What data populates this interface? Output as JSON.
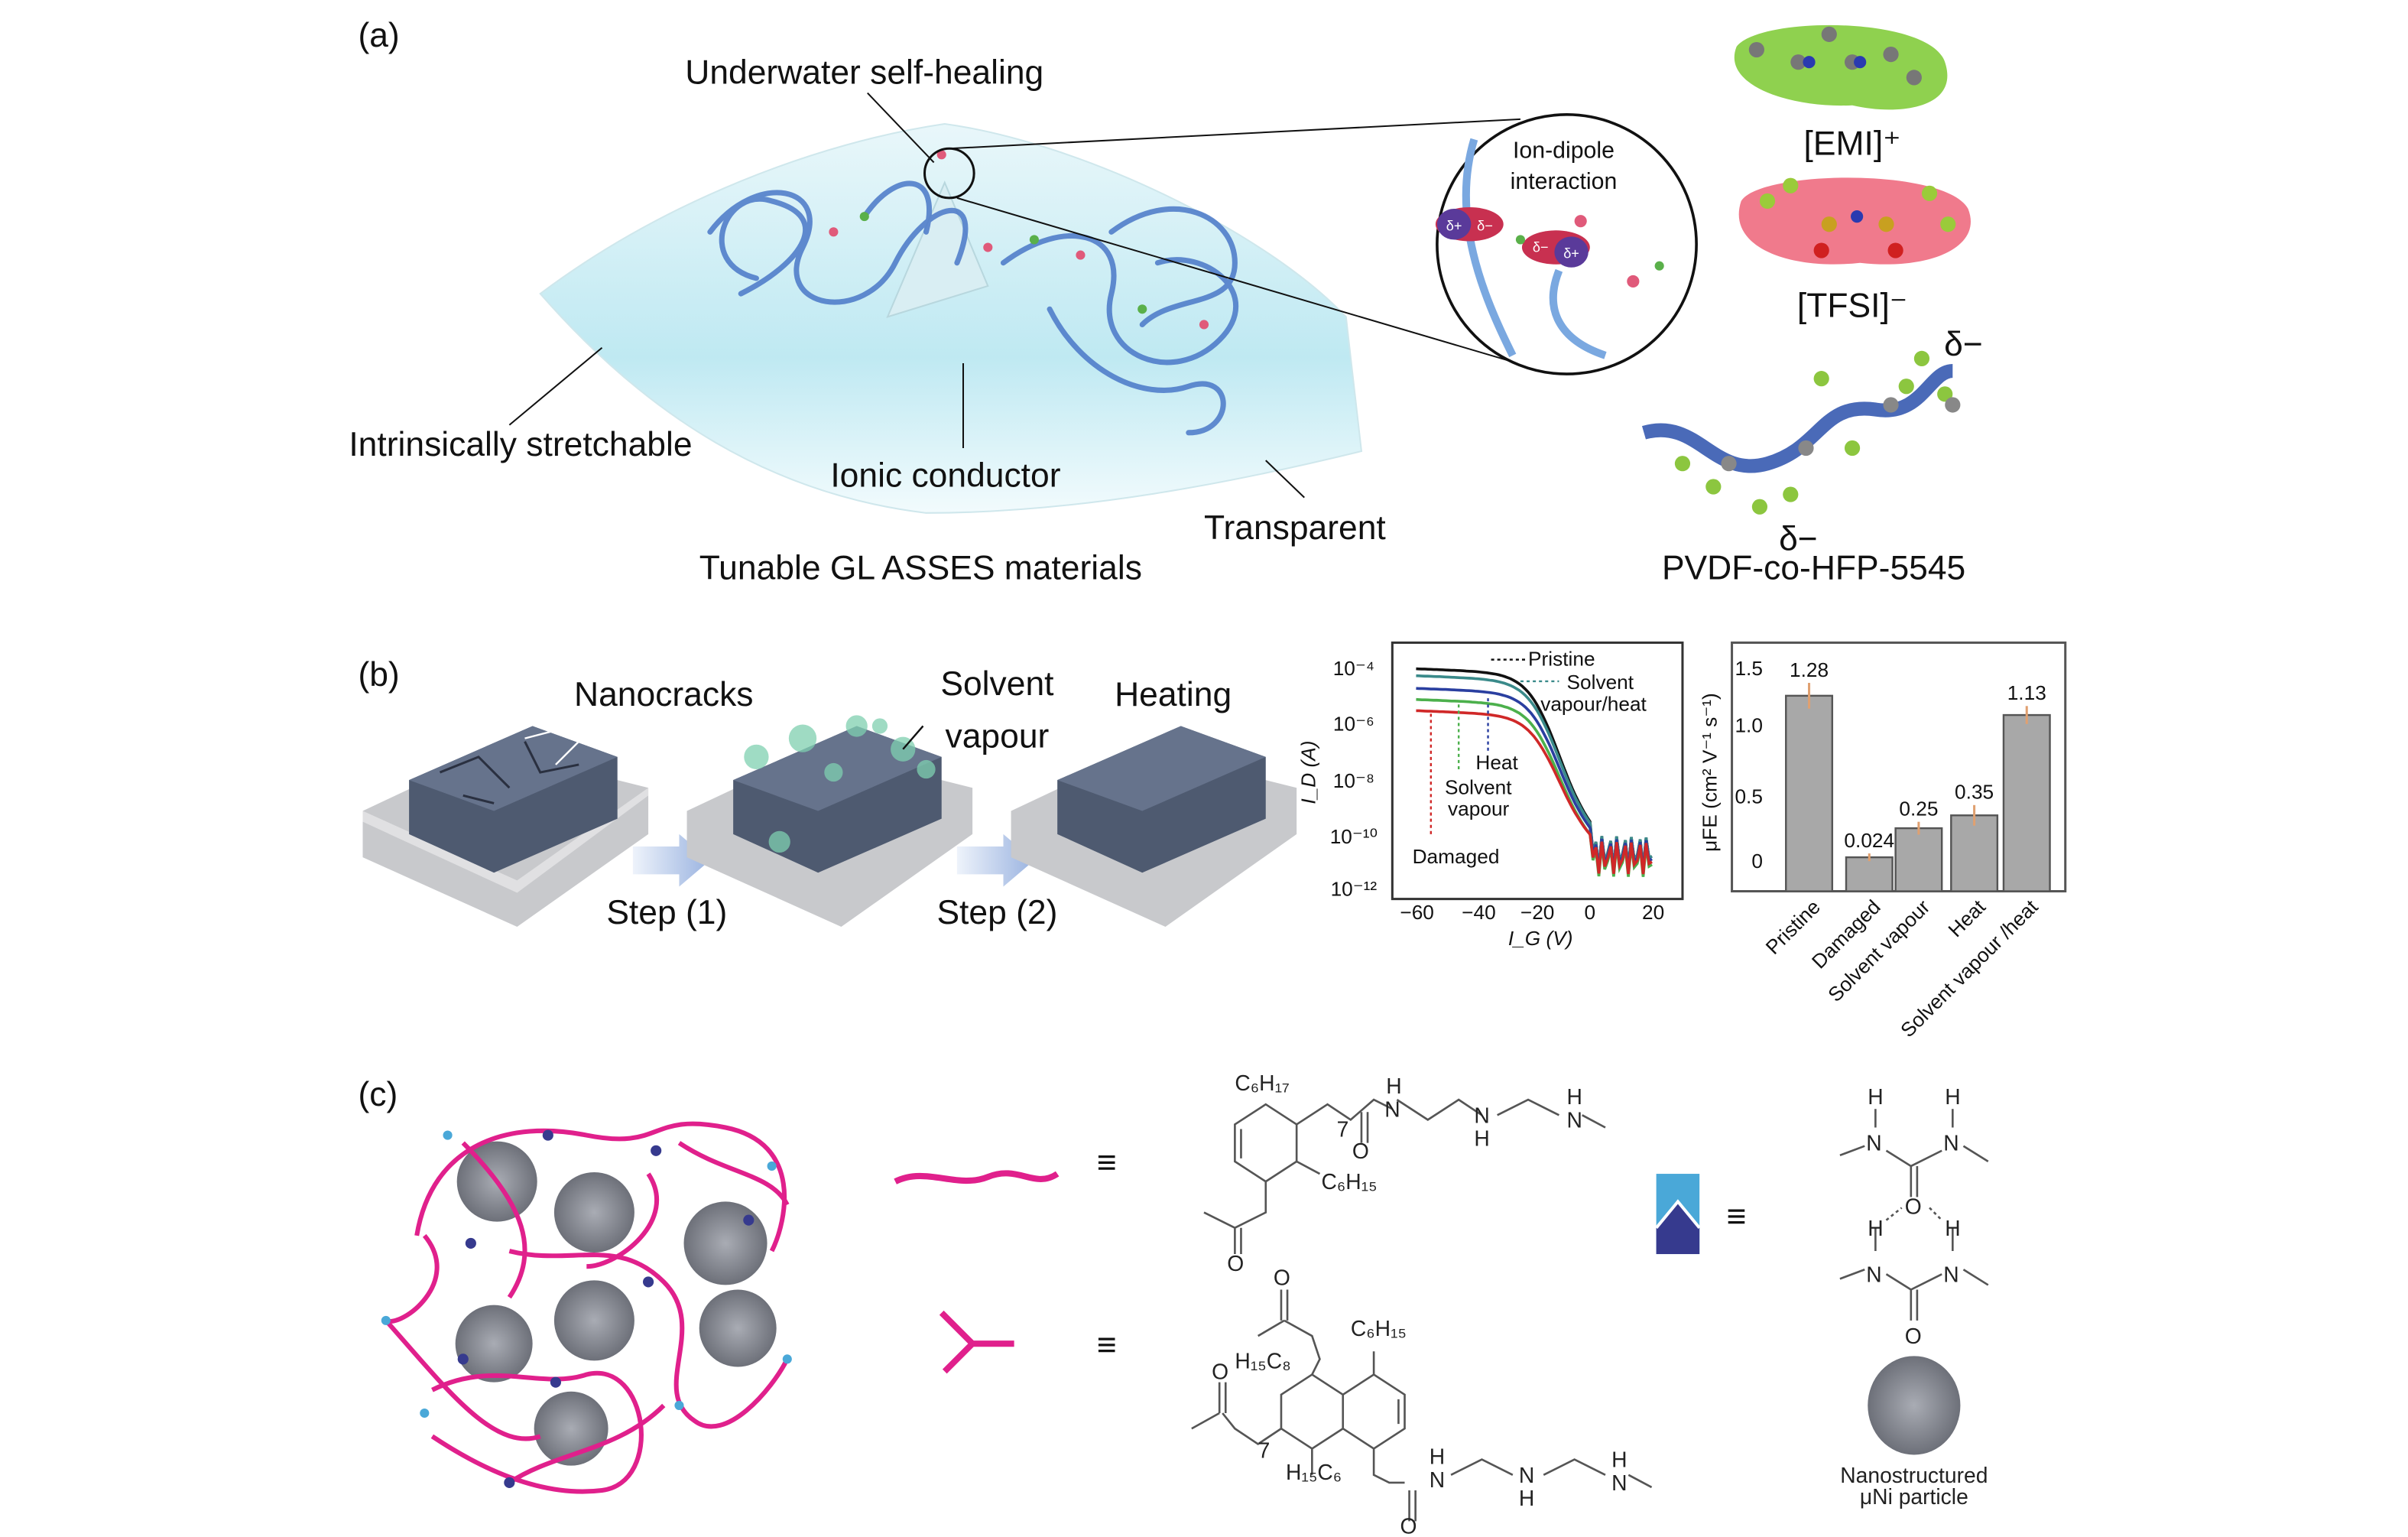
{
  "panels": {
    "a": {
      "label": "(a)",
      "title_callout": "Underwater self-healing",
      "zoom_text": [
        "Ion-dipole",
        "interaction"
      ],
      "charges": {
        "dplus": "δ+",
        "dminus": "δ−"
      },
      "labels": {
        "stretchable": "Intrinsically stretchable",
        "ionic": "Ionic conductor",
        "transparent": "Transparent",
        "materials": "Tunable GL ASSES materials"
      },
      "molecules": {
        "emi": "[EMI]⁺",
        "tfsi": "[TFSI]⁻",
        "delta_top": "δ−",
        "delta_bottom": "δ−",
        "pvdf": "PVDF-co-HFP-5545"
      },
      "colors": {
        "emi": "#8fd14f",
        "tfsi": "#f07a8c",
        "chain": "#4a78c8",
        "sheet": "#bfe9f2"
      }
    },
    "b": {
      "label": "(b)",
      "steps": {
        "nanocracks": "Nanocracks",
        "solvent_line1": "Solvent",
        "solvent_line2": "vapour",
        "heating": "Heating",
        "step1": "Step (1)",
        "step2": "Step (2)"
      }
    },
    "c": {
      "label": "(c)",
      "equiv": "≡",
      "chem_top": {
        "c6h17": "C₆H₁₇",
        "c6h15": "C₆H₁₅",
        "o1": "O",
        "o2": "O",
        "n1": "N",
        "h1": "H",
        "n2": "N",
        "h2": "H",
        "n3": "N",
        "h3": "H",
        "sub7": "7"
      },
      "chem_bottom": {
        "o_top": "O",
        "c6h15": "C₆H₁₅",
        "h15c8": "H₁₅C₈",
        "o_left": "O",
        "h15c6": "H₁₅C₆",
        "o_bottom": "O",
        "n1": "N",
        "h1": "H",
        "n2": "N",
        "h2": "H",
        "n3": "N",
        "h3": "H",
        "sub7": "7"
      },
      "urea": {
        "h": "H",
        "n": "N",
        "o": "O"
      },
      "particle_label": [
        "Nanostructured",
        "μNi particle"
      ],
      "colors": {
        "polymer": "#e0208c",
        "hbond_top": "#4aa8d8",
        "hbond_bottom": "#363a8e"
      }
    }
  },
  "chart_data": [
    {
      "type": "line",
      "xlabel": "I_G (V)",
      "ylabel": "I_D (A)",
      "yscale": "log",
      "xlim": [
        -65,
        25
      ],
      "ylim": [
        1e-12,
        0.001
      ],
      "x_ticks": [
        "−60",
        "−40",
        "−20",
        "0",
        "20"
      ],
      "y_ticks": [
        "10⁻⁴",
        "10⁻⁶",
        "10⁻⁸",
        "10⁻¹⁰",
        "10⁻¹²"
      ],
      "series": [
        {
          "name": "Pristine",
          "color": "#111111",
          "on_log": -4.05,
          "off_log": -10.6
        },
        {
          "name": "Solvent vapour/heat",
          "color": "#3a8a8a",
          "on_log": -4.3,
          "off_log": -10.6
        },
        {
          "name": "Heat",
          "color": "#2a3fa0",
          "on_log": -4.75,
          "off_log": -10.7
        },
        {
          "name": "Solvent vapour",
          "color": "#4cb04c",
          "on_log": -5.15,
          "off_log": -10.9
        },
        {
          "name": "Damaged",
          "color": "#d02828",
          "on_log": -5.55,
          "off_log": -10.8
        }
      ],
      "annotations": [
        "Pristine",
        "Solvent",
        "vapour/heat",
        "Heat",
        "Solvent",
        "vapour",
        "Damaged"
      ]
    },
    {
      "type": "bar",
      "categories": [
        "Pristine",
        "Damaged",
        "Solvent vapour",
        "Heat",
        "Solvent vapour /heat"
      ],
      "values": [
        1.28,
        0.024,
        0.25,
        0.35,
        1.13
      ],
      "value_labels": [
        "1.28",
        "0.024",
        "0.25",
        "0.35",
        "1.13"
      ],
      "errors": [
        0.1,
        0.03,
        0.05,
        0.08,
        0.07
      ],
      "ylabel": "μFE (cm² V⁻¹ s⁻¹)",
      "y_ticks": [
        "0",
        "0.5",
        "1.0",
        "1.5"
      ],
      "ylim": [
        -0.2,
        1.7
      ],
      "bar_color": "#a8a8a8",
      "error_color": "#e0a070"
    }
  ]
}
